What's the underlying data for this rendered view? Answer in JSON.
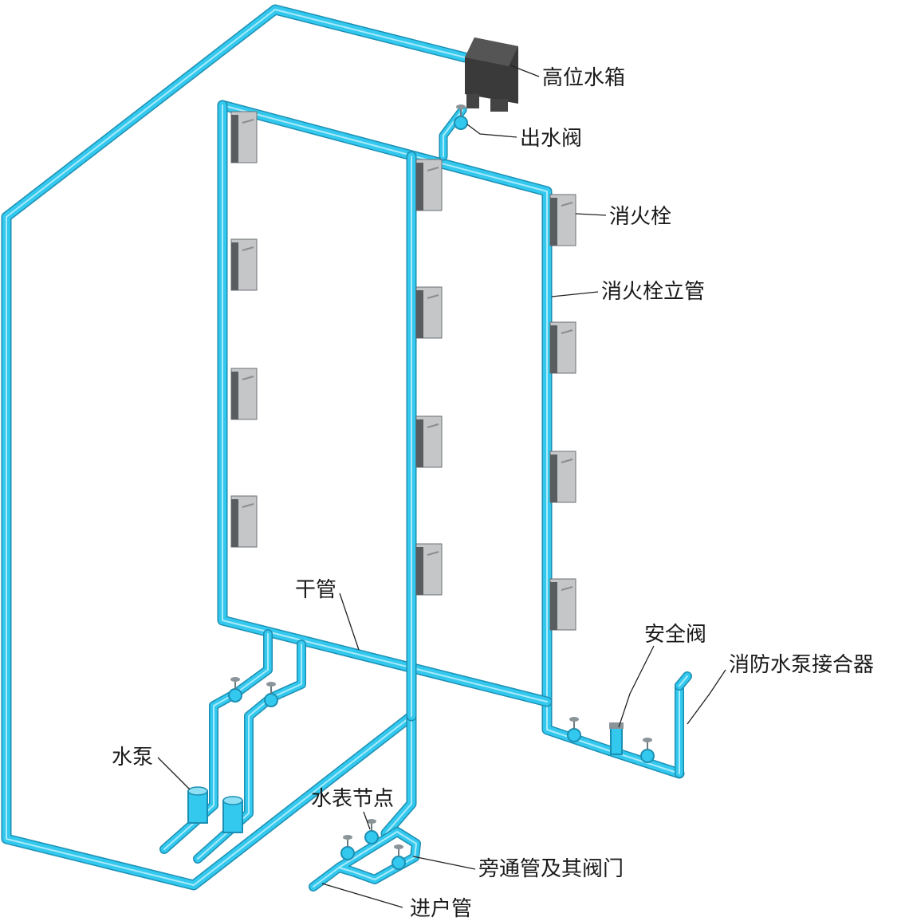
{
  "colors": {
    "pipe": "#33c8ee",
    "pipe_edge": "#1b8fb3",
    "pipe_highlight": "#c9f2fc",
    "tank": "#3a3a3a",
    "hydrant_box": "#c4c6c8",
    "hydrant_dark": "#5a5d60",
    "text": "#1a1a1a"
  },
  "labels": {
    "tank": "高位水箱",
    "outlet_valve": "出水阀",
    "hydrant": "消火栓",
    "riser": "消火栓立管",
    "main_pipe": "干管",
    "safety_valve": "安全阀",
    "pump_connector": "消防水泵接合器",
    "pump": "水泵",
    "meter_node": "水表节点",
    "bypass": "旁通管及其阀门",
    "inlet": "进户管"
  }
}
